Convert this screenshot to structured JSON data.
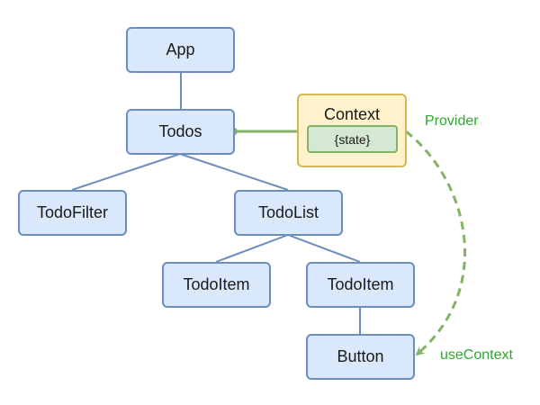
{
  "nodes": {
    "app": "App",
    "todos": "Todos",
    "todo_filter": "TodoFilter",
    "todo_list": "TodoList",
    "todo_item_1": "TodoItem",
    "todo_item_2": "TodoItem",
    "button": "Button"
  },
  "context": {
    "title": "Context",
    "state": "{state}"
  },
  "labels": {
    "provider": "Provider",
    "use_context": "useContext"
  },
  "colors": {
    "node_fill": "#dae8fc",
    "node_stroke": "#6c8ebf",
    "context_fill": "#fff2cc",
    "context_stroke": "#d6b656",
    "state_fill": "#d5e8d4",
    "state_stroke": "#82b366",
    "label_text": "#2ea82e"
  }
}
